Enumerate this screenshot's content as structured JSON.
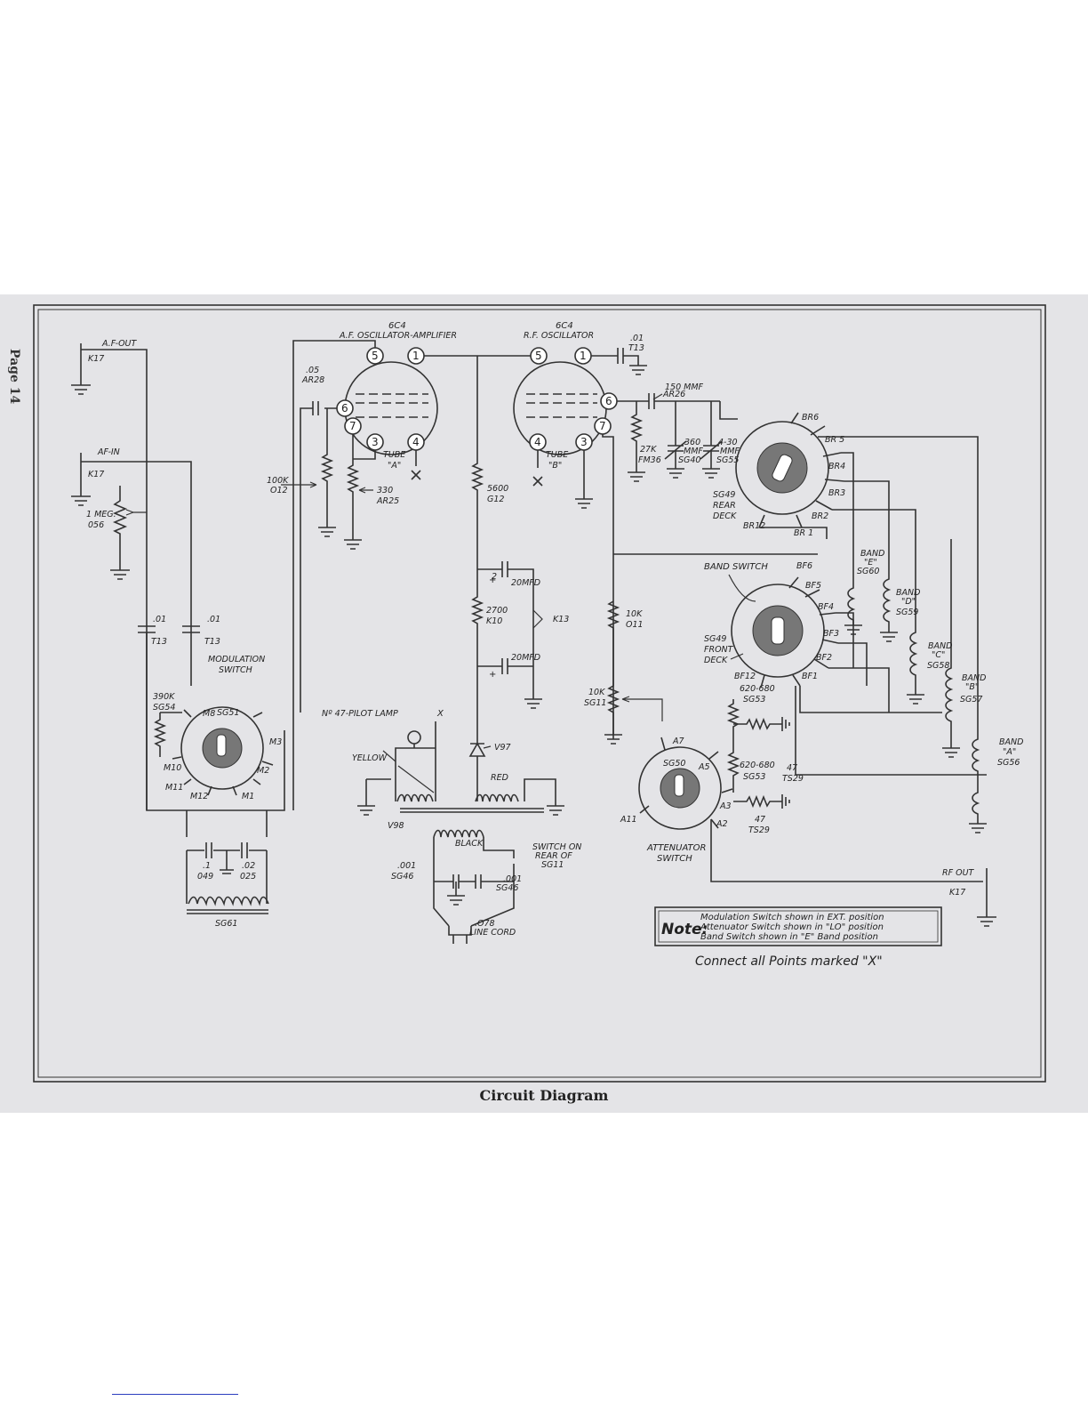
{
  "page_label": "Page 14",
  "caption": "Circuit Diagram",
  "tubes": {
    "a": {
      "type": "6C4",
      "function": "A.F. OSCILLATOR-AMPLIFIER",
      "name_line1": "TUBE",
      "name_line2": "\"A\""
    },
    "b": {
      "type": "6C4",
      "function": "R.F. OSCILLATOR",
      "name_line1": "TUBE",
      "name_line2": "\"B\""
    }
  },
  "pins": [
    "5",
    "1",
    "6",
    "7",
    "3",
    "4"
  ],
  "jacks": {
    "af_out": "A.F-OUT",
    "af_in": "AF-IN",
    "rf_out": "RF OUT",
    "part": "K17"
  },
  "labels": {
    "meg": "1 MEG.",
    "r056": "056",
    "cap01a": ".01",
    "t13a": "T13",
    "cap01b": ".01",
    "t13b": "T13",
    "cap05": ".05",
    "ar28": "AR28",
    "r100k": "100K",
    "o12": "O12",
    "r330": "330",
    "ar25": "AR25",
    "r5600": "5600",
    "g12": "G12",
    "cap01c": ".01",
    "t13c": "T13",
    "mmf150": "150 MMF",
    "ar26": "AR26",
    "r27k": "27K",
    "fm36": "FM36",
    "mmf360a": "360",
    "mmf360b": "MMF",
    "sg40": "SG40",
    "mmf430a": "4-30",
    "mmf430b": "MMF",
    "sg55": "SG55",
    "mfd20a": "20MFD",
    "mfd20b": "20MFD",
    "r2700": "2700",
    "k10": "K10",
    "k13": "K13",
    "r10ka": "10K",
    "o11": "O11",
    "r10kb": "10K",
    "sg11": "SG11",
    "modsw1": "MODULATION",
    "modsw2": "SWITCH",
    "r390k": "390K",
    "sg54": "SG54",
    "sg51": "SG51",
    "m8": "M8",
    "m3": "M3",
    "m10": "M10",
    "m2": "M2",
    "m11": "M11",
    "m12": "M12",
    "m1": "M1",
    "pilot": "Nº 47-PILOT LAMP",
    "yellow": "YELLOW",
    "v97": "V97",
    "red": "RED",
    "v98": "V98",
    "black": "BLACK",
    "sw_on1": "SWITCH ON",
    "sw_on2": "REAR OF",
    "sw_on3": "SG11",
    "cap001a": ".001",
    "sg46a": "SG46",
    "cap001b": ".001",
    "sg46b": "SG46",
    "o78": ".O78",
    "linecord": "LINE CORD",
    "c049a": ".1",
    "c049b": "049",
    "c025a": ".02",
    "c025b": "025",
    "sg61": "SG61",
    "r620a": "620-680",
    "sg53a": "SG53",
    "r620b": "620-680",
    "sg53b": "SG53",
    "r47a": "47",
    "ts29a": "TS29",
    "r47b": "47",
    "ts29b": "TS29",
    "sg50": "SG50",
    "a7": "A7",
    "a5": "A5",
    "a3": "A3",
    "a2": "A2",
    "a11": "A11",
    "att1": "ATTENUATOR",
    "att2": "SWITCH",
    "br6": "BR6",
    "br5": "BR 5",
    "br4": "BR4",
    "br3": "BR3",
    "br2": "BR2",
    "br1": "BR 1",
    "br12": "BR12",
    "rear1": "SG49",
    "rear2": "REAR",
    "rear3": "DECK",
    "bandsw": "BAND SWITCH",
    "bf6": "BF6",
    "bf5": "BF5",
    "bf4": "BF4",
    "bf3": "BF3",
    "bf2": "BF2",
    "bf1": "BF1",
    "bf12": "BF12",
    "front1": "SG49",
    "front2": "FRONT",
    "front3": "DECK",
    "x_mark": "X"
  },
  "bands": [
    {
      "line1": "BAND",
      "line2": "\"E\"",
      "part": "SG60"
    },
    {
      "line1": "BAND",
      "line2": "\"D\"",
      "part": "SG59"
    },
    {
      "line1": "BAND",
      "line2": "\"C\"",
      "part": "SG58"
    },
    {
      "line1": "BAND",
      "line2": "\"B\"",
      "part": "SG57"
    },
    {
      "line1": "BAND",
      "line2": "\"A\"",
      "part": "SG56"
    }
  ],
  "note": {
    "title": "Note:",
    "lines": [
      "Modulation Switch shown in EXT. position",
      "Attenuator Switch shown in \"LO\" position",
      "Band Switch shown in \"E\" Band position"
    ]
  },
  "connect_note": "Connect all Points marked \"X\""
}
